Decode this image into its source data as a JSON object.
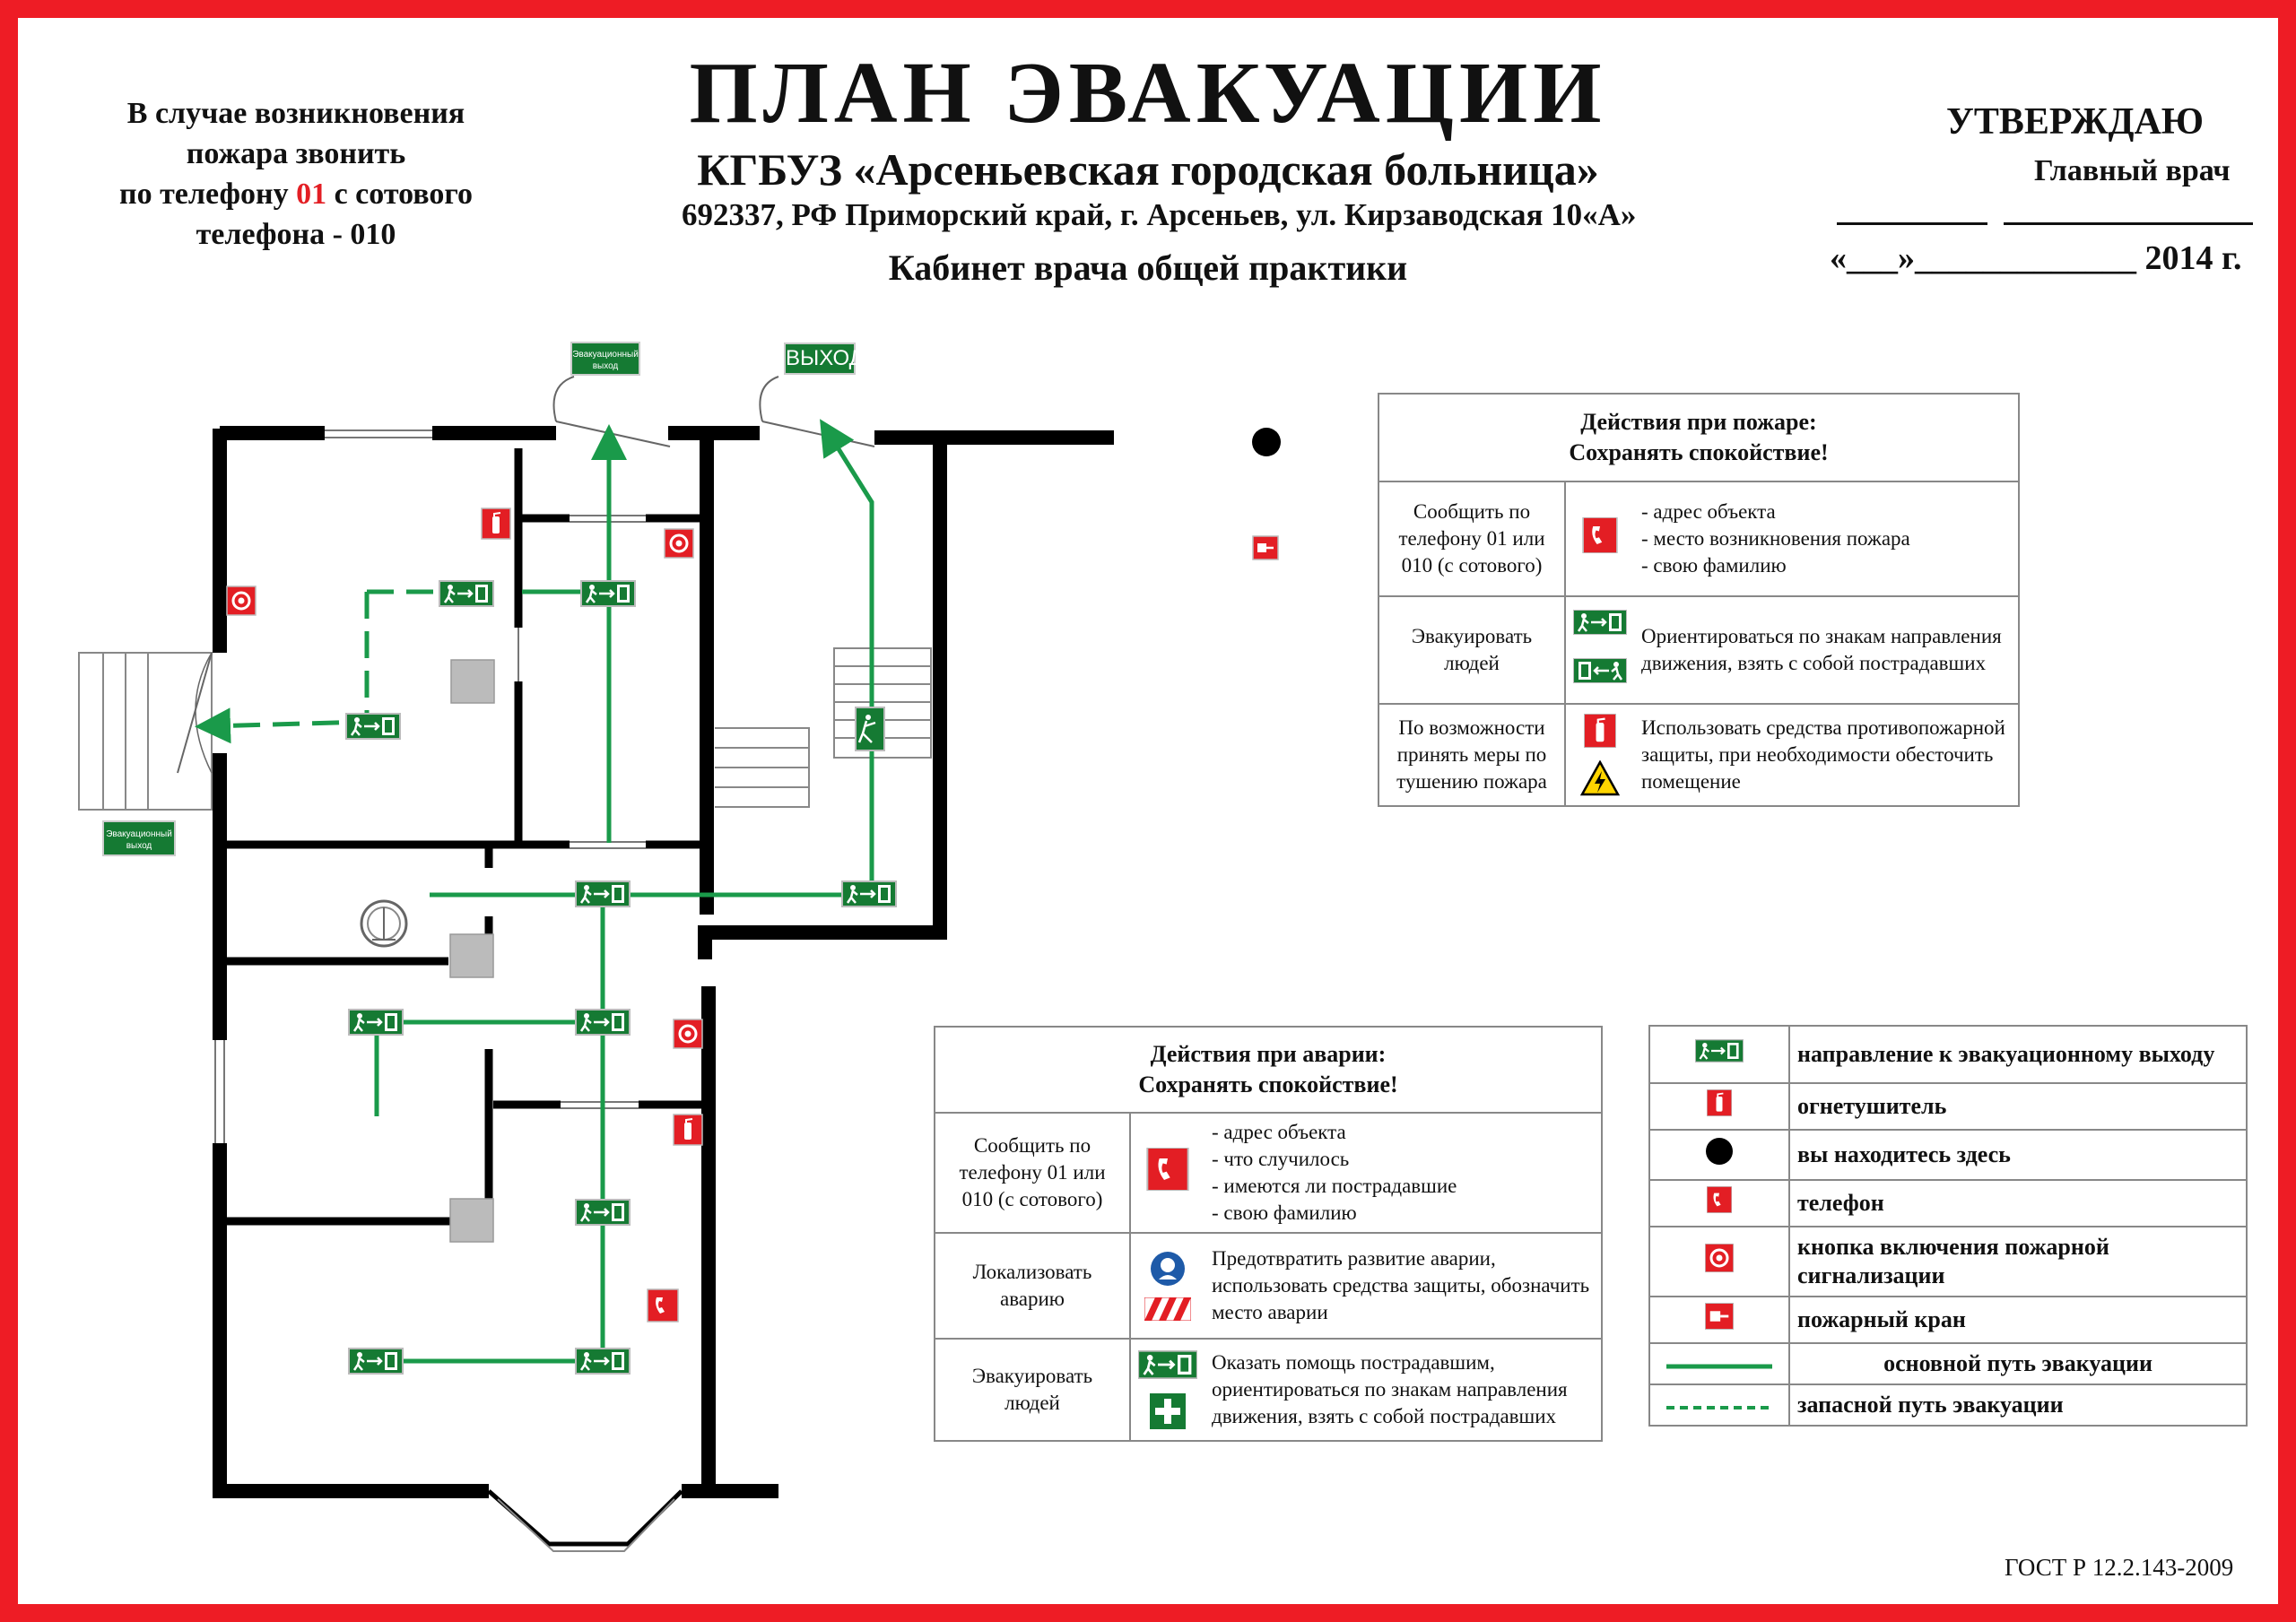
{
  "header": {
    "title": "ПЛАН ЭВАКУАЦИИ",
    "organization": "КГБУЗ «Арсеньевская городская больница»",
    "address": "692337, РФ Приморский край, г. Арсеньев, ул. Кирзаводская 10«А»",
    "room": "Кабинет врача общей практики"
  },
  "phone_notice": {
    "line1": "В случае возникновения",
    "line2": "пожара звонить",
    "line3_pre": "по телефону ",
    "line3_num": "01",
    "line3_post": " с сотового",
    "line4": "телефона - 010"
  },
  "approval": {
    "approve": "УТВЕРЖДАЮ",
    "chief": "Главный врач",
    "date_line": "«___»_____________ 2014 г."
  },
  "plan_signs": {
    "evac_exit": "Эвакуационный выход",
    "exit": "ВЫХОД"
  },
  "fire_table": {
    "header1": "Действия при пожаре:",
    "header2": "Сохранять спокойствие!",
    "rows": [
      {
        "action": "Сообщить по телефону 01 или 010 (с сотового)",
        "lines": [
          "- адрес объекта",
          "- место возникновения пожара",
          "- свою фамилию"
        ]
      },
      {
        "action": "Эвакуировать людей",
        "lines": [
          "Ориентироваться по знакам направления движения, взять с собой пострадавших"
        ]
      },
      {
        "action": "По возможности принять меры по тушению пожара",
        "lines": [
          "Использовать средства противопожарной защиты, при необходимости обесточить помещение"
        ]
      }
    ]
  },
  "accident_table": {
    "header1": "Действия при аварии:",
    "header2": "Сохранять спокойствие!",
    "rows": [
      {
        "action": "Сообщить по телефону 01 или 010 (с сотового)",
        "lines": [
          "- адрес объекта",
          "- что случилось",
          "- имеются ли пострадавшие",
          "- свою фамилию"
        ]
      },
      {
        "action": "Локализовать аварию",
        "lines": [
          "Предотвратить развитие аварии, использовать средства защиты, обозначить место аварии"
        ]
      },
      {
        "action": "Эвакуировать людей",
        "lines": [
          "Оказать помощь пострадавшим, ориентироваться по знакам направления движения, взять с собой пострадавших"
        ]
      }
    ]
  },
  "legend": {
    "items": [
      {
        "icon": "evac-direction-sign",
        "label": "направление к эвакуационному выходу"
      },
      {
        "icon": "fire-extinguisher-icon",
        "label": "огнетушитель"
      },
      {
        "icon": "you-are-here-dot",
        "label": "вы находитесь здесь"
      },
      {
        "icon": "phone-icon",
        "label": "телефон"
      },
      {
        "icon": "fire-alarm-button-icon",
        "label": "кнопка включения пожарной сигнализации"
      },
      {
        "icon": "fire-hydrant-icon",
        "label": "пожарный кран"
      },
      {
        "icon": "main-route-line",
        "label": "основной путь эвакуации"
      },
      {
        "icon": "reserve-route-line",
        "label": "запасной путь эвакуации"
      }
    ]
  },
  "footer": {
    "standard": "ГОСТ Р 12.2.143-2009"
  },
  "colors": {
    "frame": "#ee1c25",
    "route": "#1a9a4a",
    "sign_green": "#157a33",
    "sign_red": "#e31e24",
    "wall": "#000000"
  }
}
